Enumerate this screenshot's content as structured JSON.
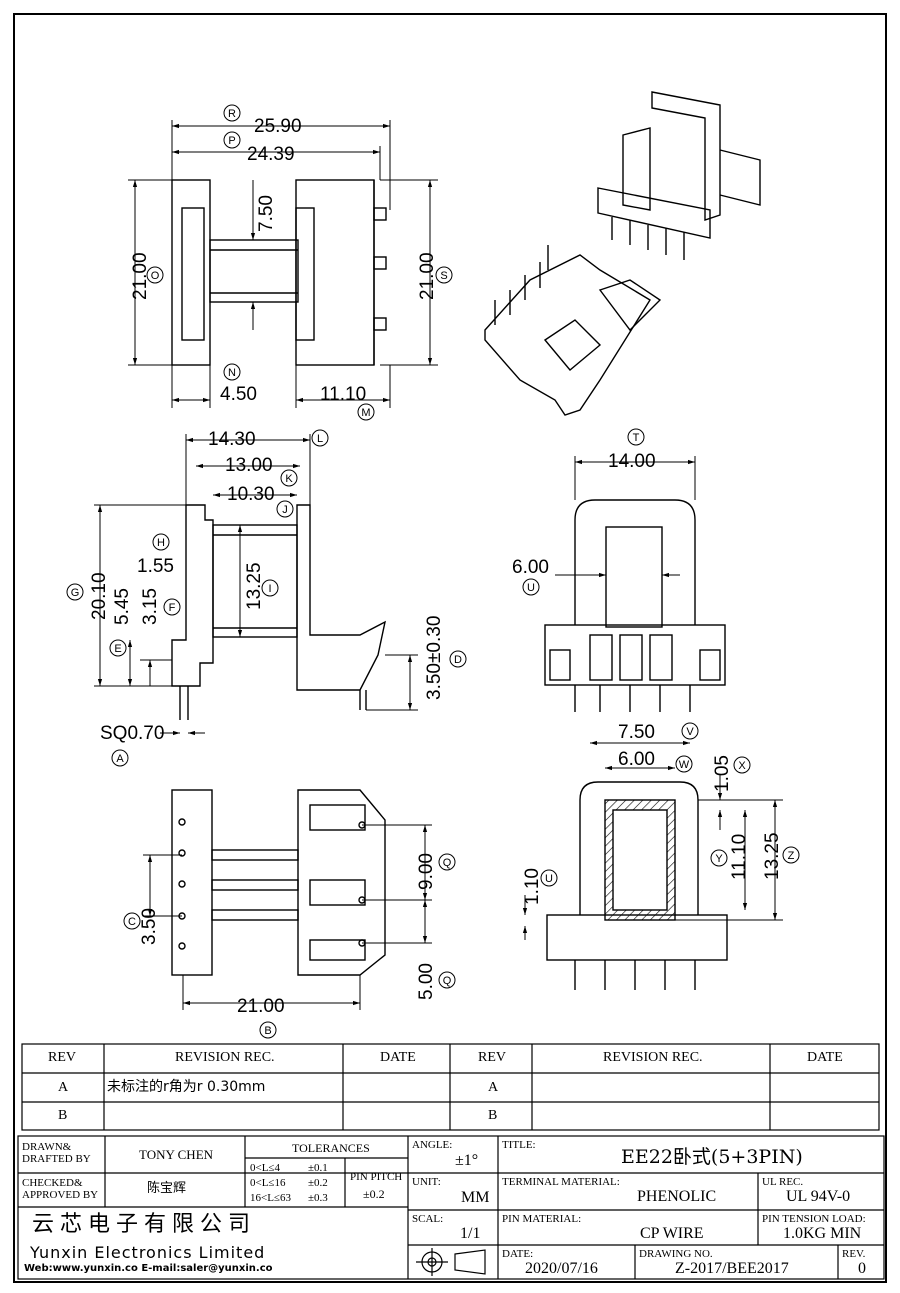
{
  "dims": {
    "r": "25.90",
    "p": "24.39",
    "o": "21.00",
    "s": "21.00",
    "height_750": "7.50",
    "n": "4.50",
    "m": "11.10",
    "l": "14.30",
    "k": "13.00",
    "j": "10.30",
    "h": "1.55",
    "g": "20.10",
    "e": "5.45",
    "f": "3.15",
    "i": "13.25",
    "d": "3.50±0.30",
    "a": "SQ0.70",
    "t": "14.00",
    "u1": "6.00",
    "v": "7.50",
    "w": "6.00",
    "x": "1.05",
    "u2": "1.10",
    "y": "11.10",
    "z": "13.25",
    "c": "3.50",
    "b": "21.00",
    "q": "9.00",
    "qq": "5.00"
  },
  "circles": {
    "r": "R",
    "p": "P",
    "o": "O",
    "s": "S",
    "n": "N",
    "m": "M",
    "l": "L",
    "k": "K",
    "j": "J",
    "h": "H",
    "g": "G",
    "e": "E",
    "f": "F",
    "i": "I",
    "d": "D",
    "a": "A",
    "t": "T",
    "u": "U",
    "v": "V",
    "w": "W",
    "x": "X",
    "y": "Y",
    "z": "Z",
    "c": "C",
    "b": "B",
    "q": "Q",
    "u2": "U"
  },
  "revision_table": {
    "headers": [
      "REV",
      "REVISION REC.",
      "DATE",
      "REV",
      "REVISION REC.",
      "DATE"
    ],
    "rows": [
      {
        "rev": "A",
        "rec": "未标注的r角为r 0.30mm",
        "date": "",
        "rev2": "A",
        "rec2": "",
        "date2": ""
      },
      {
        "rev": "B",
        "rec": "",
        "date": "",
        "rev2": "B",
        "rec2": "",
        "date2": ""
      }
    ]
  },
  "title_block": {
    "drawn_label": "DRAWN&\nDRAFTED BY",
    "drawn_value": "TONY CHEN",
    "checked_label": "CHECKED&\nAPPROVED BY",
    "checked_value": "陈宝辉",
    "tolerances_label": "TOLERANCES",
    "tol_rows": [
      {
        "range": "0<L≤4",
        "tol": "±0.1"
      },
      {
        "range": "0<L≤16",
        "tol": "±0.2"
      },
      {
        "range": "16<L≤63",
        "tol": "±0.3"
      }
    ],
    "pin_pitch_label": "PIN PITCH",
    "pin_pitch_value": "±0.2",
    "angle_label": "ANGLE:",
    "angle_value": "±1°",
    "unit_label": "UNIT:",
    "unit_value": "MM",
    "scal_label": "SCAL:",
    "scal_value": "1/1",
    "title_label": "TITLE:",
    "title_value": "EE22卧式(5+3PIN)",
    "terminal_label": "TERMINAL MATERIAL:",
    "terminal_value": "PHENOLIC",
    "ul_label": "UL REC.",
    "ul_value": "UL 94V-0",
    "pin_material_label": "PIN MATERIAL:",
    "pin_material_value": "CP WIRE",
    "tension_label": "PIN TENSION LOAD:",
    "tension_value": "1.0KG MIN",
    "date_label": "DATE:",
    "date_value": "2020/07/16",
    "drawing_no_label": "DRAWING NO.",
    "drawing_no_value": "Z-2017/BEE2017",
    "rev_label": "REV.",
    "rev_value": "0",
    "company_cn": "云芯电子有限公司",
    "company_en": "Yunxin Electronics Limited",
    "web": "Web:www.yunxin.co  E-mail:saler@yunxin.co"
  }
}
